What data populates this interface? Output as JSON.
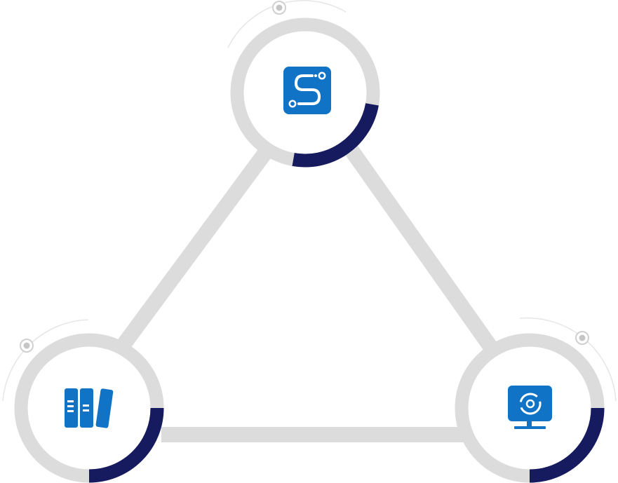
{
  "colors": {
    "background": "#ffffff",
    "track": "#dcdcdc",
    "progress": "#161a5e",
    "icon": "#1173c6",
    "icon_glyph": "#ffffff",
    "orbit": "#e4e4e4",
    "dot": "#c8c8c8"
  },
  "nodes": [
    {
      "id": "top",
      "icon": "route-icon",
      "progress": 0.25
    },
    {
      "id": "bottom-left",
      "icon": "library-books-icon",
      "progress": 0.25
    },
    {
      "id": "bottom-right",
      "icon": "webcam-monitor-icon",
      "progress": 0.25
    }
  ]
}
